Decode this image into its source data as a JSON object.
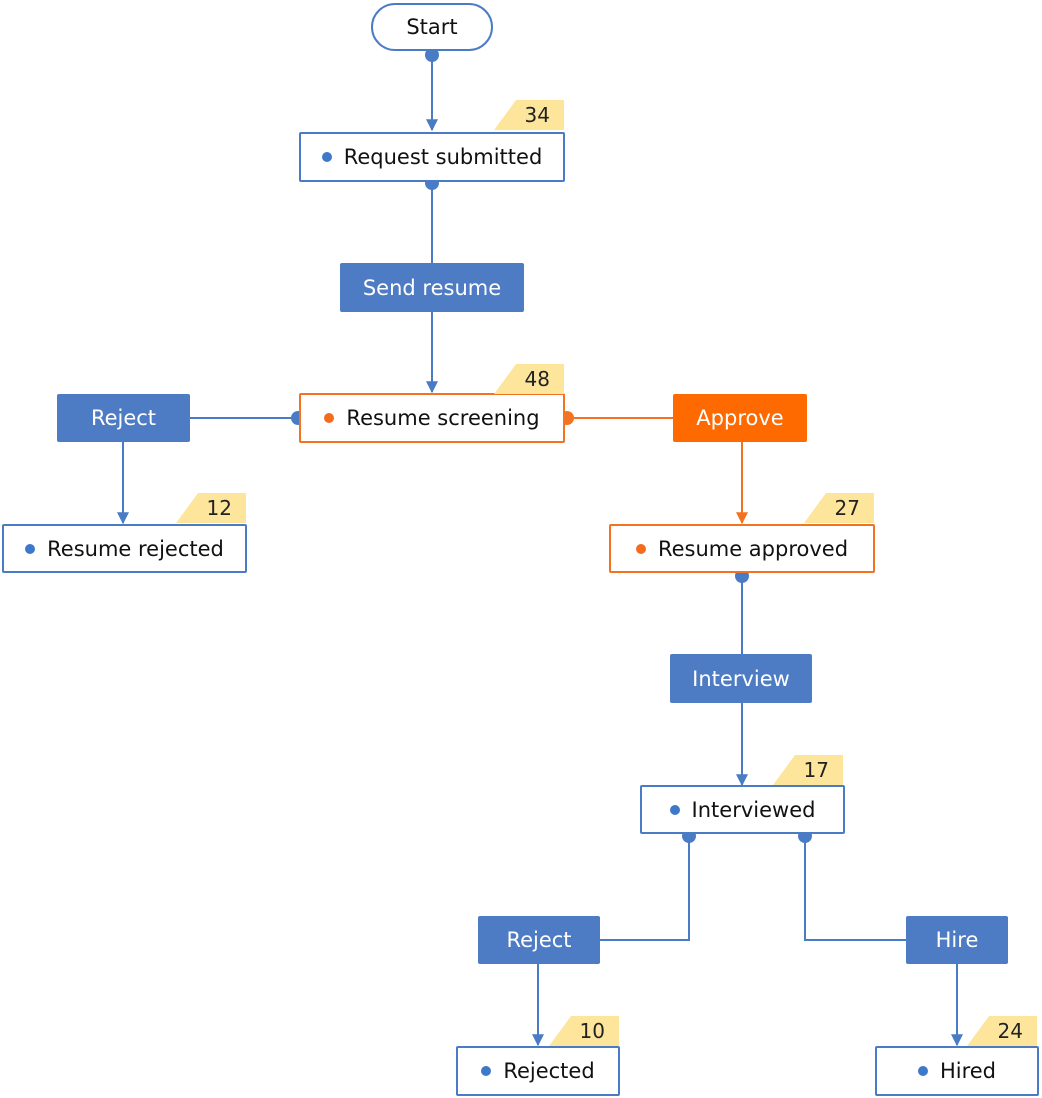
{
  "colors": {
    "edge": "#4a7cc6",
    "active": "#f47320",
    "action": "#4d7cc4",
    "action_active": "#ff6a00",
    "badge": "#fde69c"
  },
  "start": {
    "label": "Start"
  },
  "states": {
    "request_submitted": {
      "label": "Request submitted",
      "count": "34"
    },
    "resume_screening": {
      "label": "Resume screening",
      "count": "48"
    },
    "resume_rejected": {
      "label": "Resume rejected",
      "count": "12"
    },
    "resume_approved": {
      "label": "Resume approved",
      "count": "27"
    },
    "interviewed": {
      "label": "Interviewed",
      "count": "17"
    },
    "rejected": {
      "label": "Rejected",
      "count": "10"
    },
    "hired": {
      "label": "Hired",
      "count": "24"
    }
  },
  "actions": {
    "send_resume": {
      "label": "Send resume"
    },
    "reject_resume": {
      "label": "Reject"
    },
    "approve": {
      "label": "Approve"
    },
    "interview": {
      "label": "Interview"
    },
    "reject_candidate": {
      "label": "Reject"
    },
    "hire": {
      "label": "Hire"
    }
  }
}
